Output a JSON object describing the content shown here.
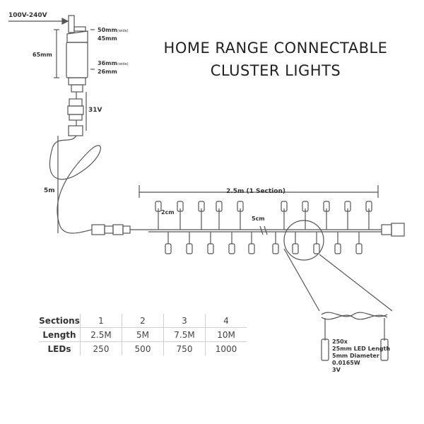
{
  "title": {
    "line1": "HOME RANGE CONNECTABLE",
    "line2": "CLUSTER LIGHTS"
  },
  "labels": {
    "voltage_in": "100V-240V",
    "adapter_height": "65mm",
    "adapter_width_top": "50mm",
    "adapter_width_top_note": "(wide)",
    "adapter_depth_top": "45mm",
    "adapter_width_bottom": "36mm",
    "adapter_width_bottom_note": "(wide)",
    "adapter_depth_bottom": "26mm",
    "voltage_out": "31V",
    "lead_length": "5m",
    "section_length": "2.5m (1 Section)",
    "bulb_spacing": "2cm",
    "drop_length": "5cm"
  },
  "spec": {
    "lines": [
      "250x",
      "25mm LED Length",
      "5mm Diameter",
      "0.0165W",
      "3V"
    ]
  },
  "table": {
    "rows": [
      {
        "header": "Sections",
        "cells": [
          "1",
          "2",
          "3",
          "4"
        ]
      },
      {
        "header": "Length",
        "cells": [
          "2.5M",
          "5M",
          "7.5M",
          "10M"
        ]
      },
      {
        "header": "LEDs",
        "cells": [
          "250",
          "500",
          "750",
          "1000"
        ]
      }
    ]
  },
  "colors": {
    "line": "#555555",
    "accent": "#222222"
  }
}
